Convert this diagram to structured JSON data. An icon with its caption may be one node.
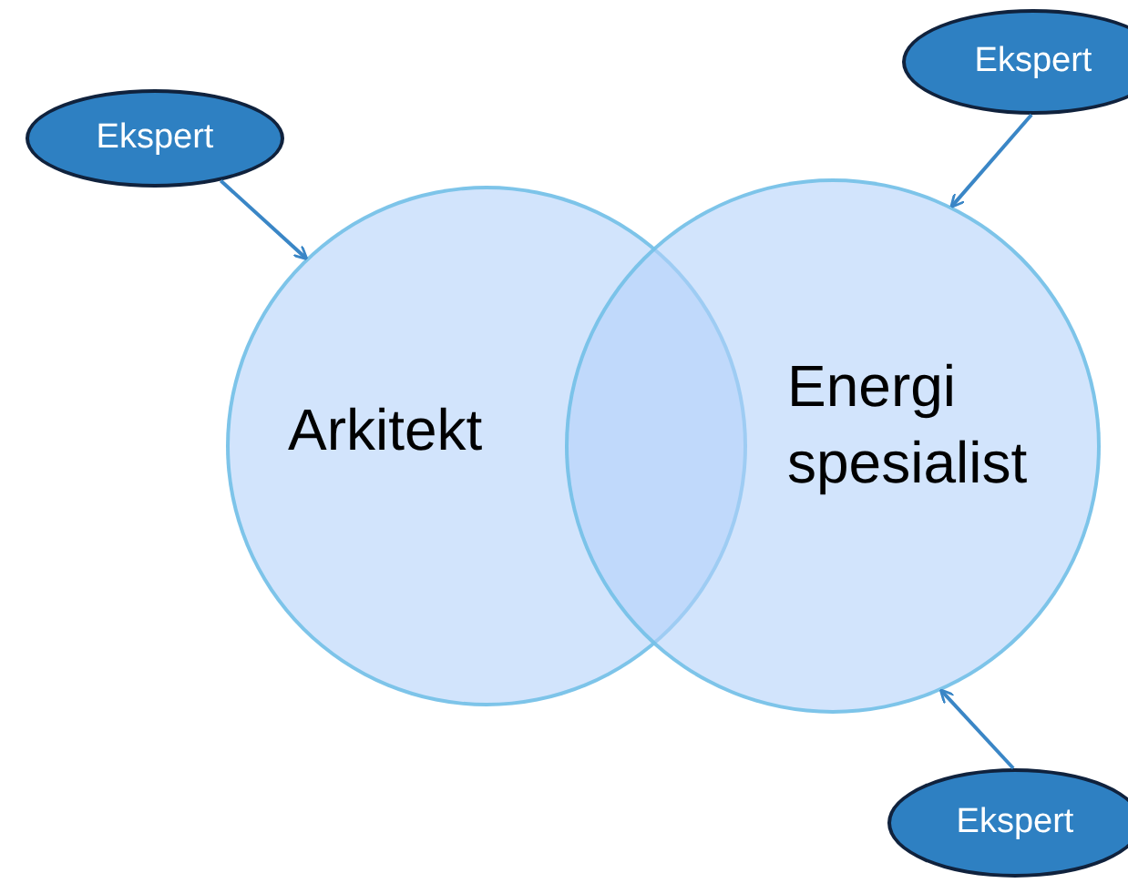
{
  "diagram": {
    "nodes": [
      {
        "text": [
          "Arkitekt"
        ]
      },
      {
        "text": [
          "Energi spesialist"
        ]
      },
      {
        "text": [
          "Ekspert"
        ]
      },
      {
        "text": [
          "Ekspert"
        ]
      },
      {
        "text": [
          "Ekspert"
        ]
      }
    ],
    "edges": [
      {
        "from": 2,
        "to": 0,
        "arrow": "to"
      },
      {
        "from": 3,
        "to": 1,
        "arrow": "to"
      },
      {
        "from": 4,
        "to": 1,
        "arrow": "to"
      }
    ]
  }
}
